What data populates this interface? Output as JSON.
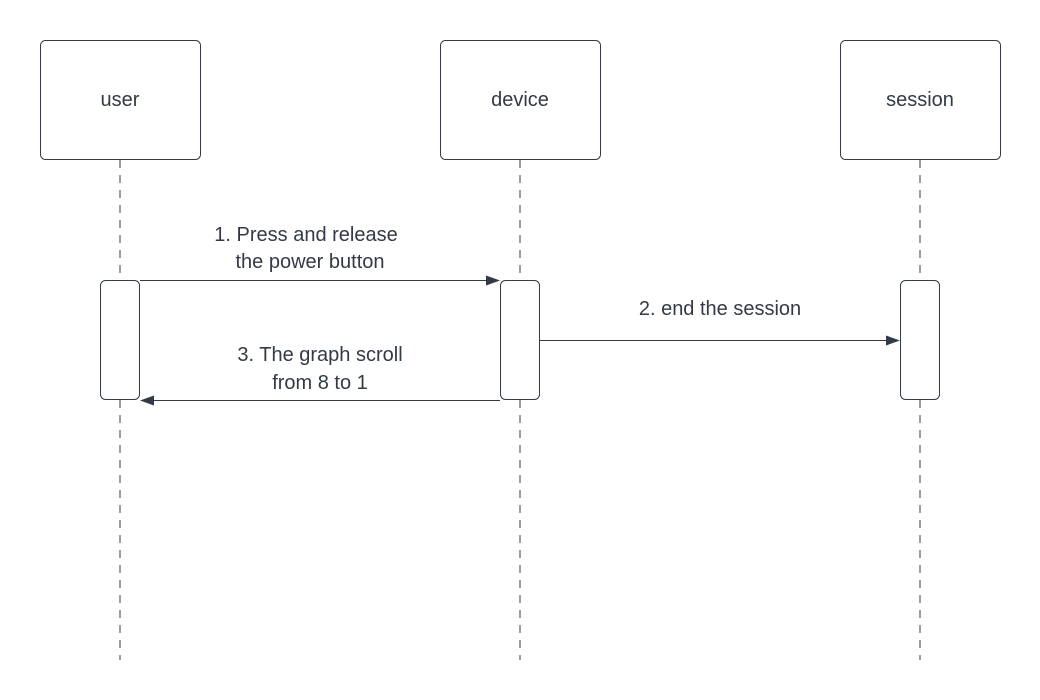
{
  "participants": [
    {
      "id": "user",
      "label": "user"
    },
    {
      "id": "device",
      "label": "device"
    },
    {
      "id": "session",
      "label": "session"
    }
  ],
  "messages": [
    {
      "from": "user",
      "to": "device",
      "lines": [
        "1. Press and release",
        "the power button"
      ]
    },
    {
      "from": "device",
      "to": "session",
      "lines": [
        "2. end the session"
      ]
    },
    {
      "from": "device",
      "to": "user",
      "lines": [
        "3. The graph scroll",
        "from 8 to 1"
      ]
    }
  ],
  "colors": {
    "stroke": "#333a45",
    "text": "#333a45",
    "background": "#ffffff"
  }
}
